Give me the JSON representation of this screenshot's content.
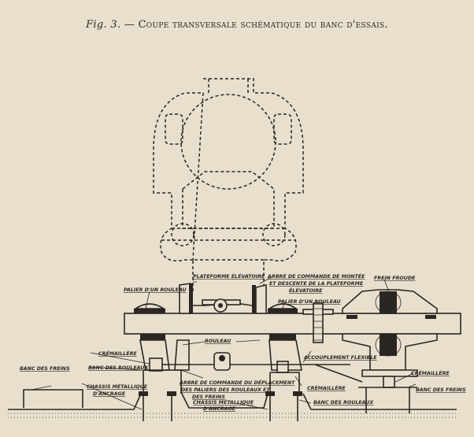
{
  "caption": {
    "fig": "Fig. 3.",
    "dash": " — ",
    "text": "Coupe transversale schématique du banc d'essais."
  },
  "labels": {
    "plateforme": "PLATEFORME ÉLÉVATOIRE",
    "arbre_montee_1": "ARBRE DE COMMANDE DE MONTÉE",
    "arbre_montee_2": "ET DESCENTE DE LA PLATEFORME",
    "arbre_montee_3": "ÉLÉVATOIRE",
    "palier_left": "PALIER D'UN ROULEAU",
    "palier_right": "PALIER D'UN ROULEAU",
    "frein_froude": "FREIN FROUDE",
    "rouleau": "ROULEAU",
    "cremaillere_left": "CRÉMAILLÈRE",
    "banc_rouleaux_left": "BANC DES ROULEAUX",
    "banc_freins_left": "BANC DES FREINS",
    "chassis_left_1": "CHASSIS MÉTALLIQUE",
    "chassis_left_2": "D'ANCRAGE",
    "arbre_depl_1": "ARBRE DE COMMANDE DU DÉPLACEMENT",
    "arbre_depl_2": "DES PALIERS DES ROULEAUX ET",
    "arbre_depl_3": "DES FREINS",
    "chassis_mid_1": "CHASSIS MÉTALLIQUE",
    "chassis_mid_2": "D'ANCRAGE",
    "accouplement": "ACCOUPLEMENT FLEXIBLE",
    "cremaillere_mid": "CRÉMAILLÈRE",
    "banc_rouleaux_right": "BANC DES ROULEAUX",
    "cremaillere_right": "CRÉMAILLÈRE",
    "banc_freins_right": "BANC DES FREINS"
  }
}
